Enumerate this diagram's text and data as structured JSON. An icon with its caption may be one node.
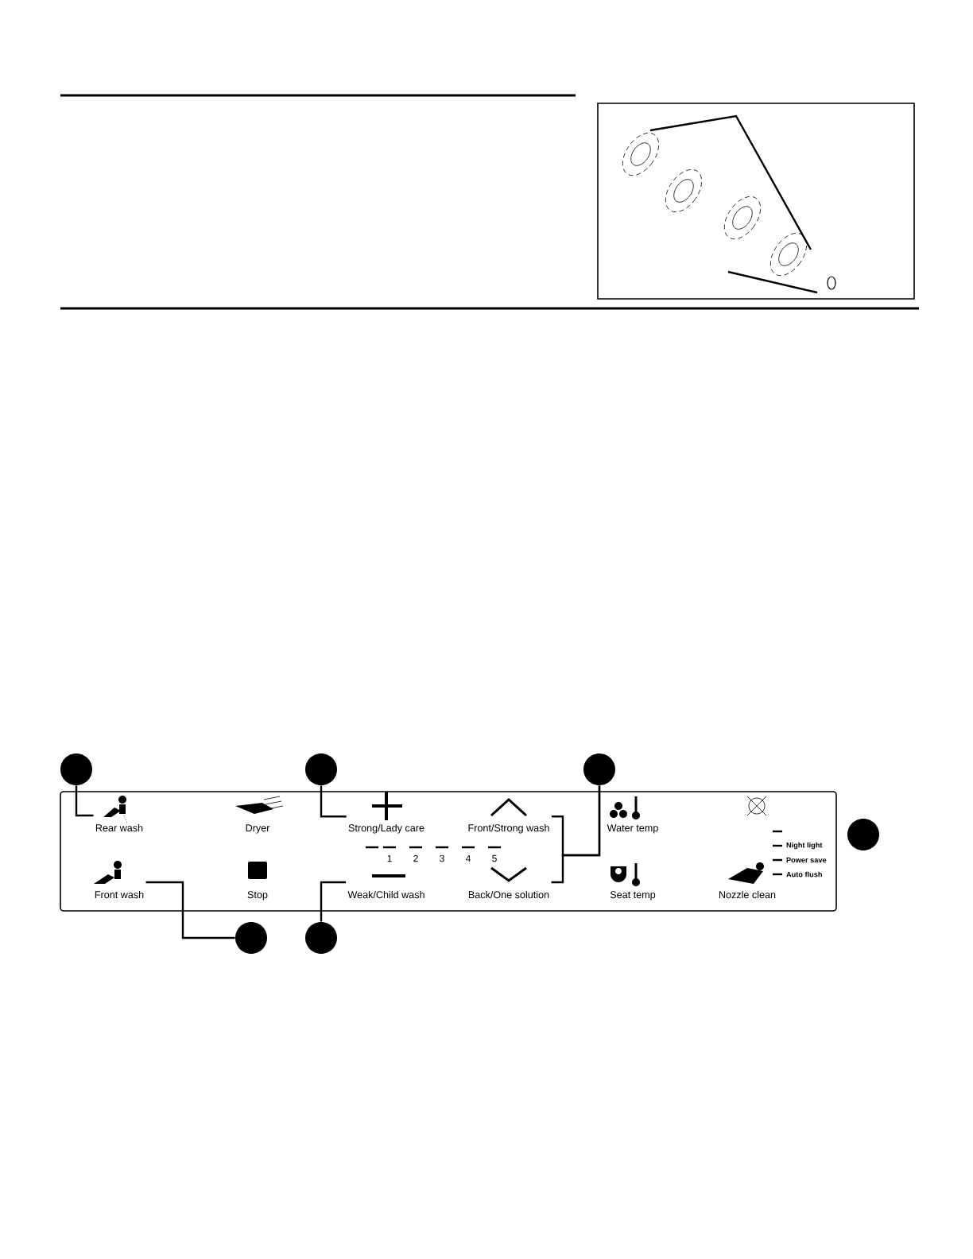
{
  "diagram": {
    "nodes": [
      {
        "text": [],
        "shape": "circle"
      },
      {
        "text": [],
        "shape": "circle"
      },
      {
        "text": [],
        "shape": "circle"
      },
      {
        "text": [],
        "shape": "circle"
      },
      {
        "text": [],
        "shape": "circle"
      },
      {
        "text": [],
        "shape": "circle"
      },
      {
        "text": [
          "Rear wash"
        ]
      },
      {
        "text": [
          "Dryer"
        ]
      },
      {
        "text": [
          "Strong/Lady care"
        ]
      },
      {
        "text": [
          "Front/Strong wash"
        ]
      },
      {
        "text": [
          "Water temp"
        ]
      },
      {
        "text": [
          "Front wash"
        ]
      },
      {
        "text": [
          "Stop"
        ]
      },
      {
        "text": [
          "Weak/Child wash"
        ]
      },
      {
        "text": [
          "Back/One solution"
        ]
      },
      {
        "text": [
          "Seat temp"
        ]
      },
      {
        "text": [
          "Nozzle clean"
        ]
      }
    ],
    "edges": [
      {
        "from": 0,
        "to": 6,
        "arrow": "none"
      },
      {
        "from": 4,
        "to": 11,
        "arrow": "none"
      },
      {
        "from": 1,
        "to": 8,
        "arrow": "none"
      },
      {
        "from": 5,
        "to": 13,
        "arrow": "none"
      },
      {
        "from": 2,
        "to": 9,
        "arrow": "none"
      },
      {
        "from": 2,
        "to": 14,
        "arrow": "none"
      }
    ],
    "labels": [
      "1",
      "2",
      "3",
      "4",
      "5",
      "Night light",
      "Power save",
      "Auto flush"
    ]
  }
}
